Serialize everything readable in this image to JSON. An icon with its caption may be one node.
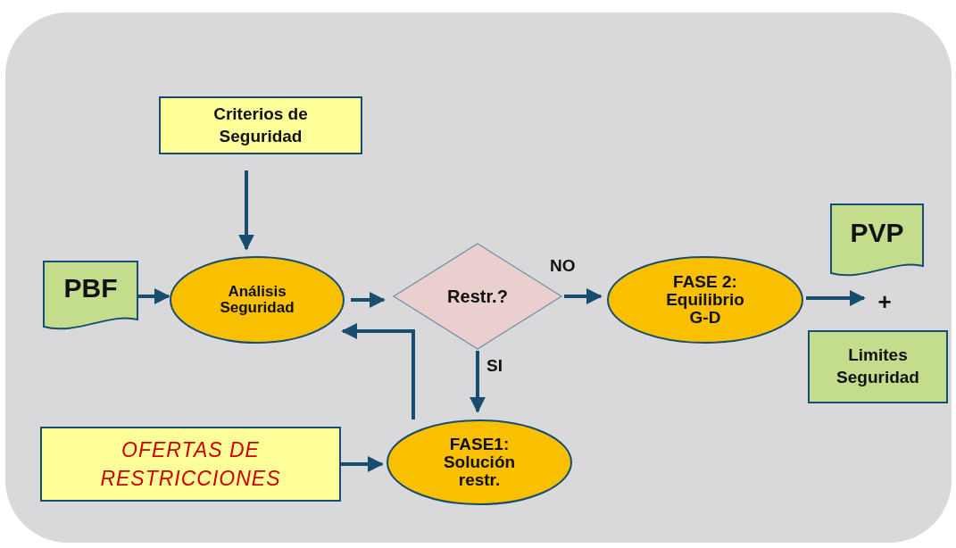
{
  "diagram": {
    "nodes": [
      {
        "text": [
          "Criterios de Seguridad"
        ]
      },
      {
        "text": [
          "PBF"
        ]
      },
      {
        "text": [
          "Análisis Seguridad"
        ]
      },
      {
        "text": [
          "Restr.?"
        ]
      },
      {
        "text": [
          "FASE 2: Equilibrio G-D"
        ]
      },
      {
        "text": [
          "+"
        ]
      },
      {
        "text": [
          "PVP"
        ]
      },
      {
        "text": [
          "Limites Seguridad"
        ]
      },
      {
        "text": [
          "OFERTAS DE RESTRICCIONES"
        ]
      },
      {
        "text": [
          "FASE1: Solución restr."
        ]
      }
    ],
    "edges": [
      {
        "from": 0,
        "to": 2,
        "arrow": "to"
      },
      {
        "from": 1,
        "to": 2,
        "arrow": "to"
      },
      {
        "from": 2,
        "to": 3,
        "arrow": "to"
      },
      {
        "from": 3,
        "to": 4,
        "arrow": "to",
        "label": "NO"
      },
      {
        "from": 3,
        "to": 9,
        "arrow": "to",
        "label": "SI"
      },
      {
        "from": 9,
        "to": 2,
        "arrow": "to"
      },
      {
        "from": 8,
        "to": 9,
        "arrow": "to"
      },
      {
        "from": 4,
        "to": 5,
        "arrow": "to"
      }
    ]
  }
}
